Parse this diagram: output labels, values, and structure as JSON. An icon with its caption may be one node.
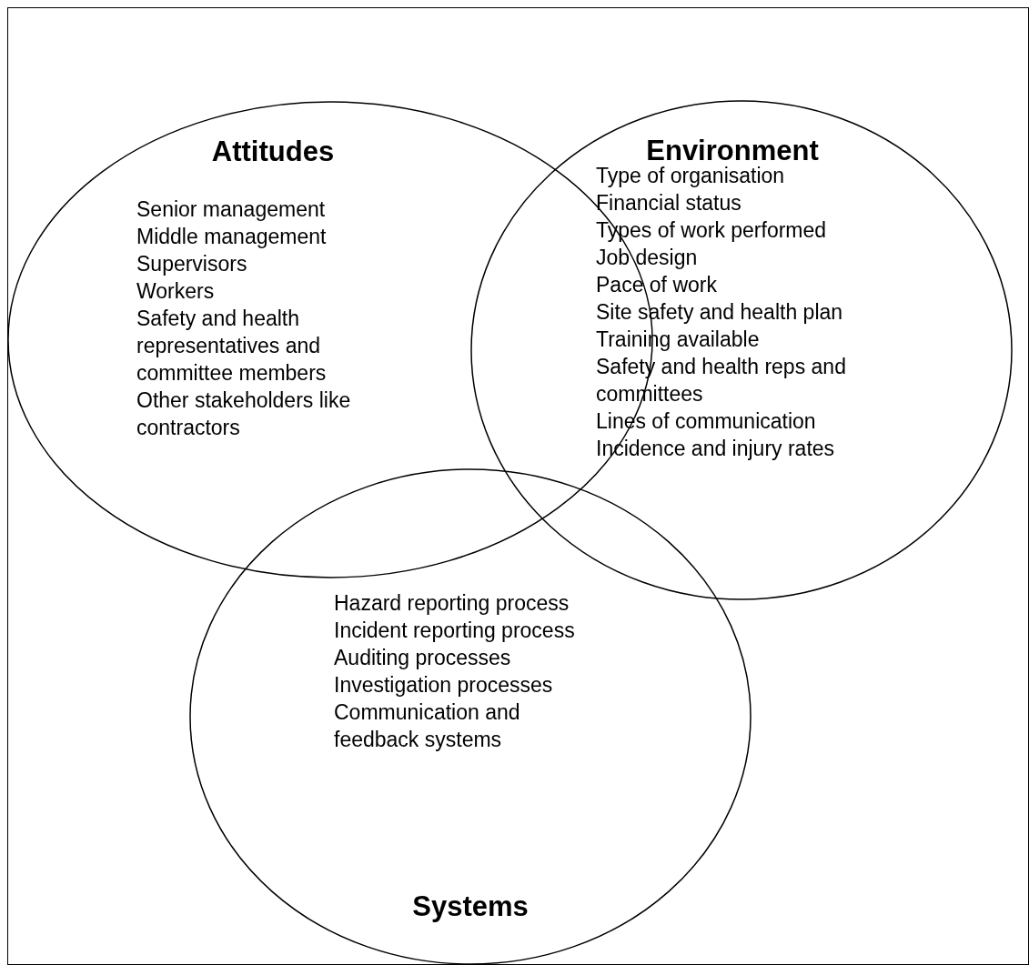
{
  "diagram": {
    "nodes": [
      {
        "text": [
          "Attitudes",
          "Senior management",
          "Middle management",
          "Supervisors",
          "Workers",
          "Safety and health representatives and committee members",
          "Other stakeholders like contractors"
        ]
      },
      {
        "text": [
          "Environment",
          "Type of organisation",
          "Financial status",
          "Types of work performed",
          "Job design",
          "Pace of work",
          "Site safety and health plan",
          "Training available",
          "Safety and health reps and committees",
          "Lines of communication",
          "Incidence and injury rates"
        ]
      },
      {
        "text": [
          "Hazard reporting process",
          "Incident reporting process",
          "Auditing processes",
          "Investigation processes",
          "Communication and feedback systems",
          "Systems"
        ]
      }
    ],
    "edges": []
  }
}
